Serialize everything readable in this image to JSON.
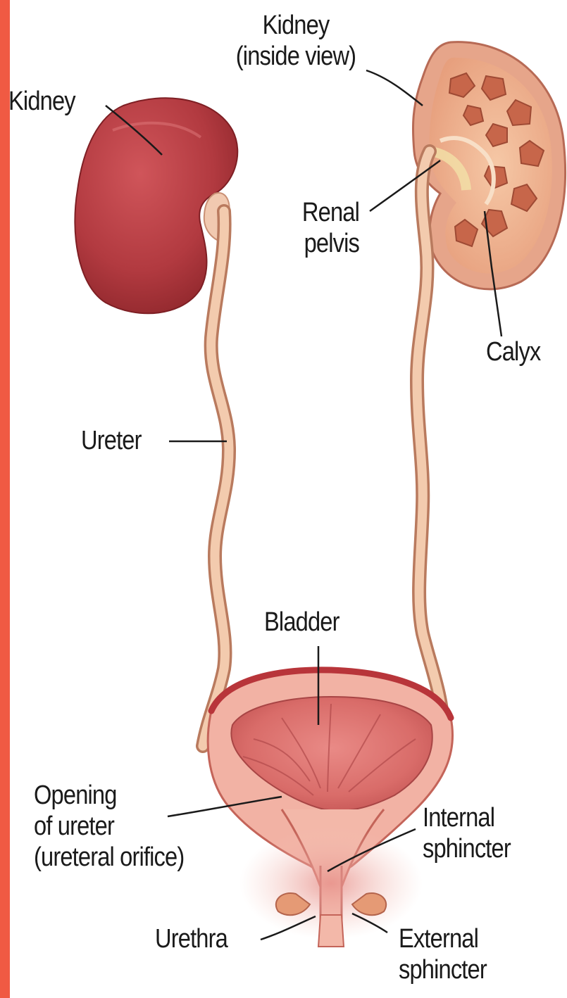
{
  "colors": {
    "accent": "#f05a43",
    "kidney_outer": "#b23a40",
    "kidney_cut": "#e9a27f",
    "ureter": "#e8b28e",
    "bladder_rim": "#b8353a",
    "bladder_wall": "#ee9f90",
    "leader": "#1a1a1a"
  },
  "labels": {
    "kidney_left": "Kidney",
    "kidney_inside_line1": "Kidney",
    "kidney_inside_line2": "(inside view)",
    "renal_pelvis_line1": "Renal",
    "renal_pelvis_line2": "pelvis",
    "calyx": "Calyx",
    "ureter": "Ureter",
    "bladder": "Bladder",
    "opening_line1": "Opening",
    "opening_line2": "of ureter",
    "opening_line3": "(ureteral orifice)",
    "internal_line1": "Internal",
    "internal_line2": "sphincter",
    "urethra": "Urethra",
    "external_line1": "External",
    "external_line2": "sphincter"
  }
}
